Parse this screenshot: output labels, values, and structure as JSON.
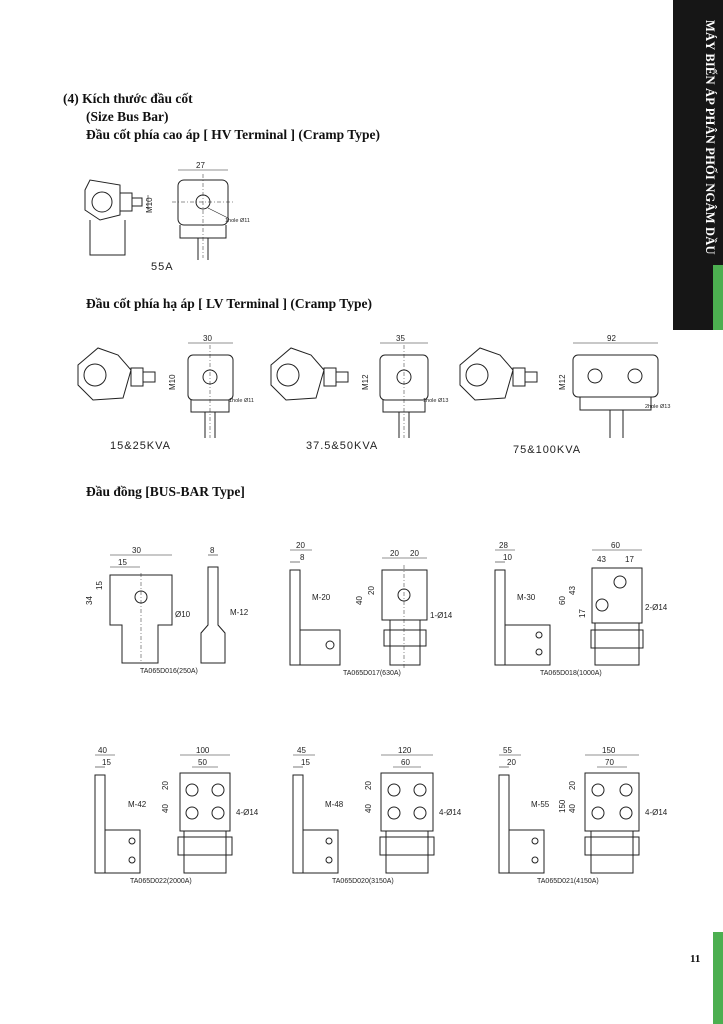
{
  "sidebar": {
    "title": "MÁY BIẾN ÁP PHÂN PHỐI NGÂM DẦU"
  },
  "page_number": "11",
  "section": {
    "heading_number": "(4) Kích thước đầu cốt",
    "heading_sub": "(Size Bus Bar)",
    "hv_title": "Đầu cốt phía cao áp [ HV Terminal ] (Cramp Type)",
    "lv_title": "Đầu cốt phía hạ áp [ LV Terminal ] (Cramp Type)",
    "busbar_title": "Đầu đồng [BUS-BAR Type]"
  },
  "hv": {
    "caption": "55A",
    "dim_width": "27",
    "dim_thread": "M10",
    "hole": "1hole Ø11"
  },
  "lv": [
    {
      "caption": "15&25KVA",
      "dim_width": "30",
      "dim_thread": "M10",
      "hole": "1hole Ø11"
    },
    {
      "caption": "37.5&50KVA",
      "dim_width": "35",
      "dim_thread": "M12",
      "hole": "1hole Ø13"
    },
    {
      "caption": "75&100KVA",
      "dim_width": "92",
      "dim_thread": "M12",
      "hole": "2hole Ø13"
    }
  ],
  "busbars": [
    {
      "caption": "TA065D016(250A)",
      "dims": [
        "30",
        "15",
        "8",
        "15",
        "34"
      ],
      "thread": "M-12",
      "hole": "Ø10"
    },
    {
      "caption": "TA065D017(630A)",
      "dims": [
        "20",
        "8",
        "20",
        "20",
        "20",
        "40"
      ],
      "thread": "M-20",
      "hole": "1-Ø14"
    },
    {
      "caption": "TA065D018(1000A)",
      "dims": [
        "28",
        "10",
        "60",
        "43",
        "17",
        "60",
        "43",
        "17"
      ],
      "thread": "M-30",
      "hole": "2-Ø14"
    },
    {
      "caption": "TA065D022(2000A)",
      "dims": [
        "40",
        "15",
        "100",
        "50",
        "20",
        "40"
      ],
      "thread": "M-42",
      "hole": "4-Ø14"
    },
    {
      "caption": "TA065D020(3150A)",
      "dims": [
        "45",
        "15",
        "120",
        "60",
        "20",
        "40"
      ],
      "thread": "M-48",
      "hole": "4-Ø14"
    },
    {
      "caption": "TA065D021(4150A)",
      "dims": [
        "55",
        "20",
        "150",
        "70",
        "20",
        "40",
        "150"
      ],
      "thread": "M-55",
      "hole": "4-Ø14"
    }
  ]
}
